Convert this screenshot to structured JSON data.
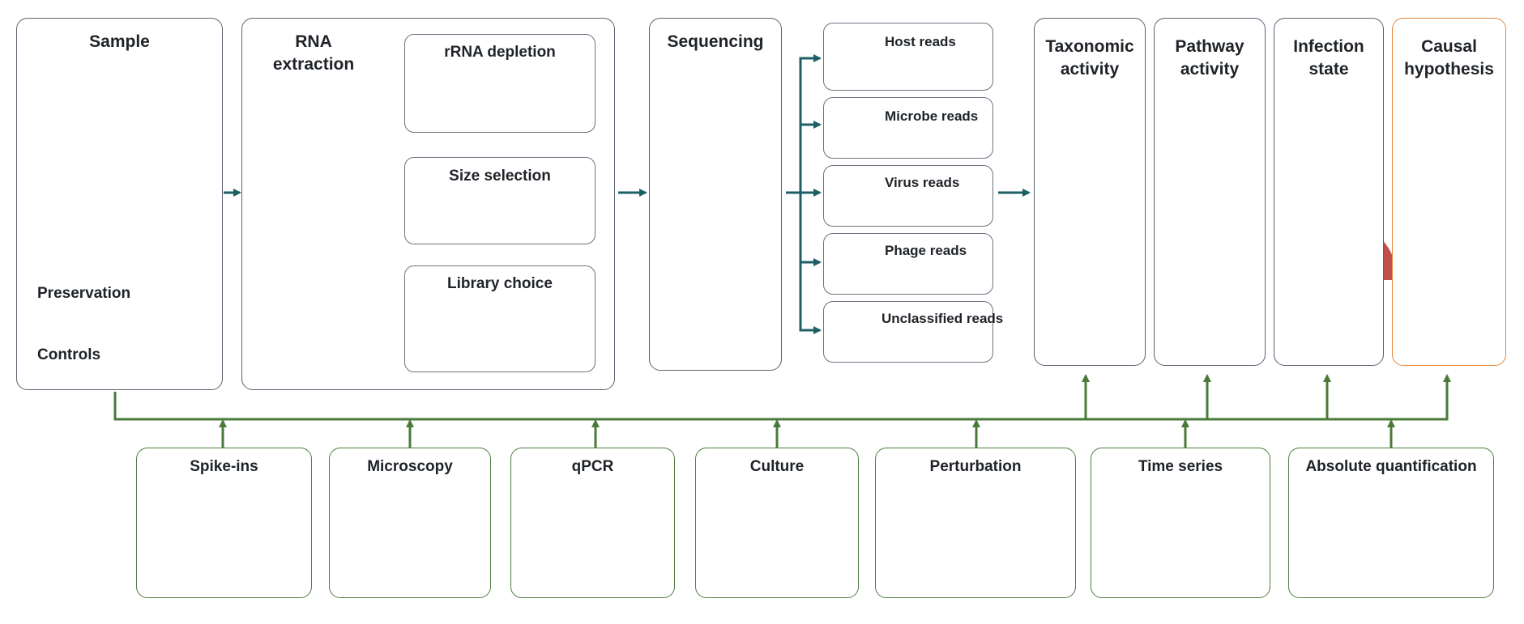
{
  "colors": {
    "teal": "#1e5f66",
    "green_line": "#4a7a3a",
    "box_border": "#5a6270",
    "orange_border": "#e8883a",
    "read_blue": "#5f7fbf",
    "read_light": "#b9c8e6"
  },
  "sample": {
    "title": "Sample",
    "preservation": "Preservation",
    "controls": "Controls"
  },
  "rna": {
    "title": "RNA extraction",
    "rrna_depletion": "rRNA depletion",
    "size_selection": "Size selection",
    "library_choice": "Library choice"
  },
  "sequencing": {
    "title": "Sequencing"
  },
  "reads": [
    {
      "label": "Host reads",
      "icon": "human-figure-icon"
    },
    {
      "label": "Microbe reads",
      "icon": "bacterium-icon"
    },
    {
      "label": "Virus reads",
      "icon": "virus-icon"
    },
    {
      "label": "Phage reads",
      "icon": "phage-icon"
    },
    {
      "label": "Unclassified reads",
      "icon": "question-mark-icon"
    }
  ],
  "outputs": [
    {
      "label": "Taxonomic activity"
    },
    {
      "label": "Pathway activity"
    },
    {
      "label": "Infection state"
    },
    {
      "label": "Causal hypothesis"
    }
  ],
  "validations": [
    {
      "label": "Spike-ins"
    },
    {
      "label": "Microscopy"
    },
    {
      "label": "qPCR"
    },
    {
      "label": "Culture"
    },
    {
      "label": "Perturbation"
    },
    {
      "label": "Time series"
    },
    {
      "label": "Absolute quantification"
    }
  ]
}
